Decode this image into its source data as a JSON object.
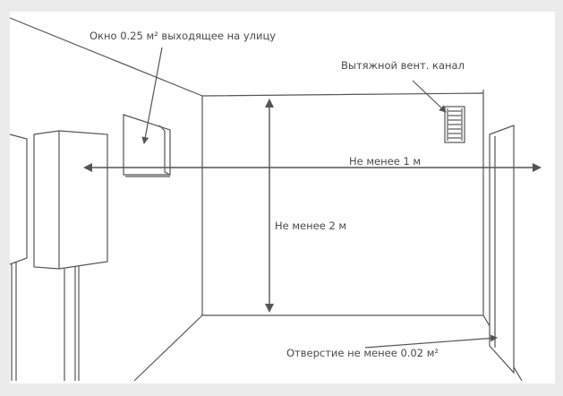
{
  "diagram": {
    "labels": {
      "window_note": "Окно 0.25 м² выходящее  на улицу",
      "vent_channel": "Вытяжной вент. канал",
      "min_width": "Не менее 1 м",
      "min_height": "Не менее 2 м",
      "opening_note": "Отверстие не менее 0.02 м²"
    },
    "colors": {
      "line": "#555555",
      "text": "#4a4a4a",
      "background": "#ffffff",
      "border": "#ebebeb"
    }
  }
}
